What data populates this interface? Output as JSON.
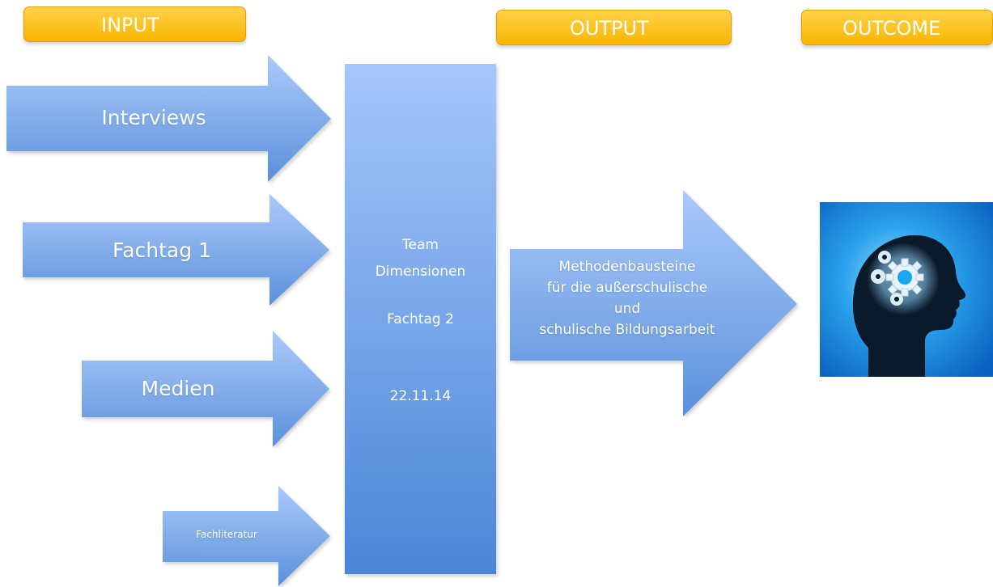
{
  "headers": {
    "input": "INPUT",
    "output": "OUTPUT",
    "outcome": "OUTCOME"
  },
  "inputs": {
    "interviews": "Interviews",
    "fachtag1": "Fachtag 1",
    "medien": "Medien",
    "fachliteratur": "Fachliteratur"
  },
  "center": {
    "line1": "Team",
    "line2": "Dimensionen",
    "line3": "Fachtag 2",
    "date": "22.11.14"
  },
  "output": {
    "line1": "Methodenbausteine",
    "line2": "für die außerschulische",
    "line3": "und",
    "line4": "schulische Bildungsarbeit"
  },
  "outcome_image": {
    "icon": "head-with-gears-icon"
  },
  "colors": {
    "header": "#f7b500",
    "shape_light": "#a9c8fb",
    "shape_dark": "#4a86d6",
    "outcome_bg": "#1c8fe0"
  }
}
